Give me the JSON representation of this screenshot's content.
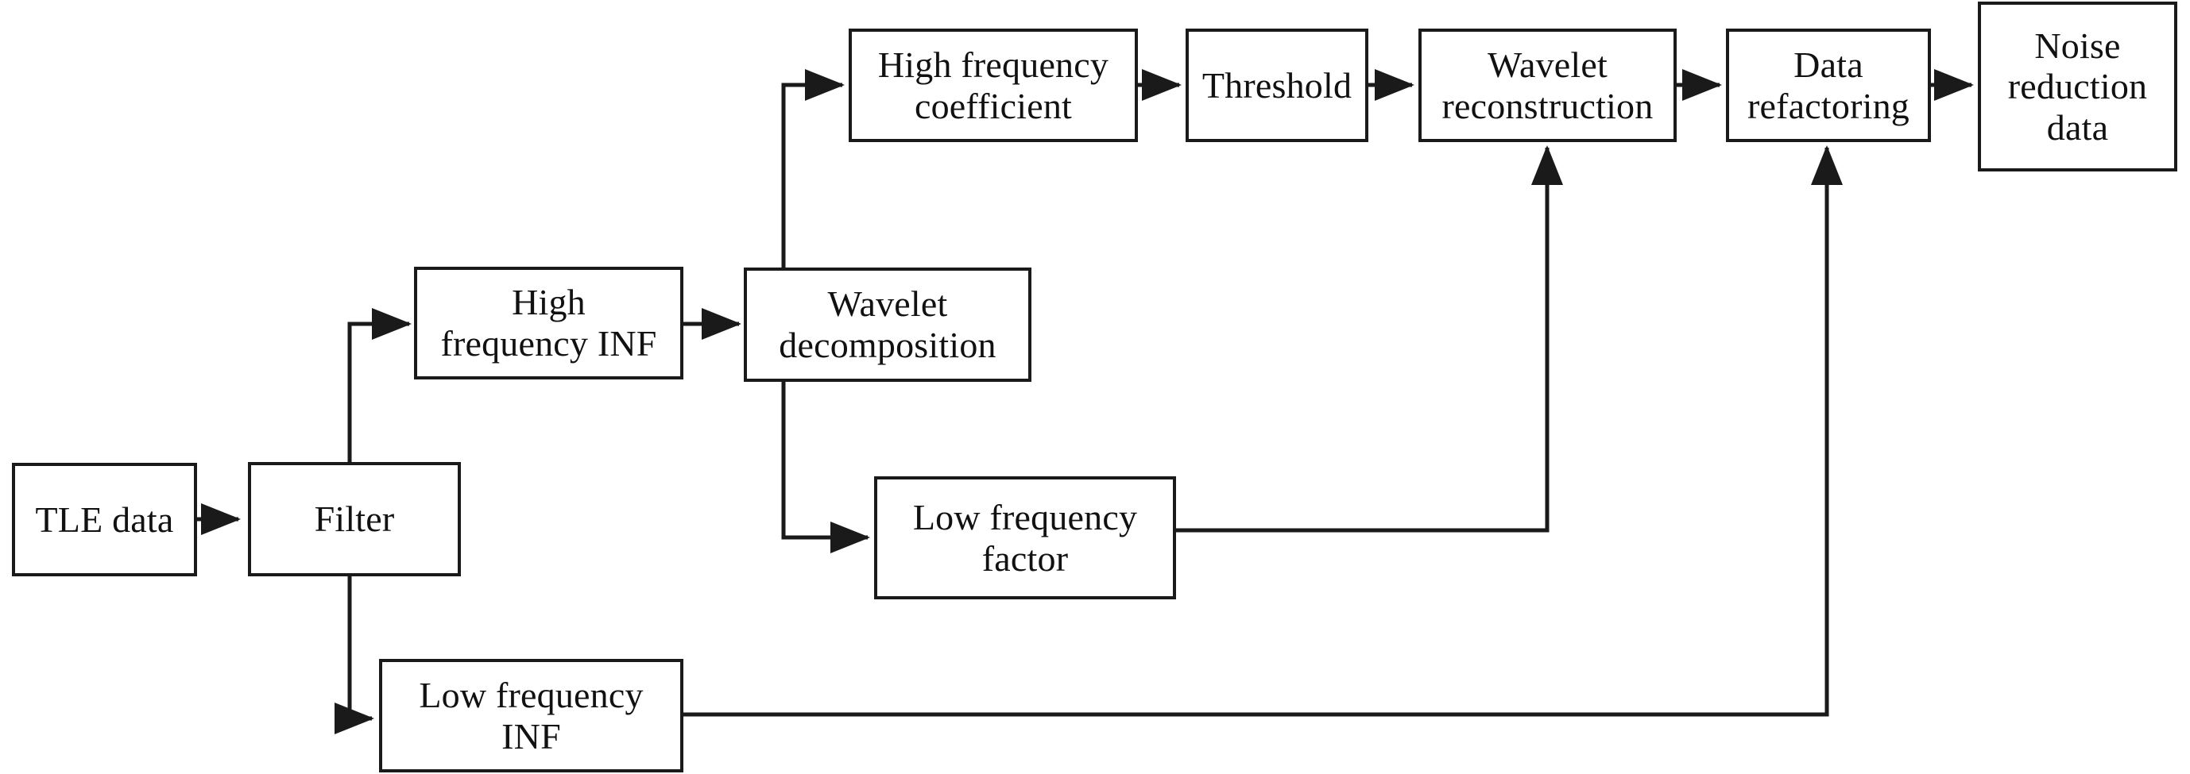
{
  "diagram": {
    "title": "TLE data wavelet noise reduction flowchart",
    "type": "flowchart",
    "orientation": "left-to-right",
    "stroke_color": "#1a1a1a",
    "fill_color": "#ffffff",
    "nodes": [
      {
        "id": "tle-data",
        "label": "TLE data"
      },
      {
        "id": "filter",
        "label": "Filter"
      },
      {
        "id": "high-frequency-inf",
        "label": "High\nfrequency INF"
      },
      {
        "id": "wavelet-decomposition",
        "label": "Wavelet\ndecomposition"
      },
      {
        "id": "high-frequency-coefficient",
        "label": "High frequency\ncoefficient"
      },
      {
        "id": "threshold",
        "label": "Threshold"
      },
      {
        "id": "wavelet-reconstruction",
        "label": "Wavelet\nreconstruction"
      },
      {
        "id": "data-refactoring",
        "label": "Data\nrefactoring"
      },
      {
        "id": "noise-reduction-data",
        "label": "Noise\nreduction\ndata"
      },
      {
        "id": "low-frequency-factor",
        "label": "Low frequency\nfactor"
      },
      {
        "id": "low-frequency-inf",
        "label": "Low frequency\nINF"
      }
    ],
    "edges": [
      {
        "from": "tle-data",
        "to": "filter"
      },
      {
        "from": "filter",
        "to": "high-frequency-inf"
      },
      {
        "from": "filter",
        "to": "low-frequency-inf"
      },
      {
        "from": "high-frequency-inf",
        "to": "wavelet-decomposition"
      },
      {
        "from": "wavelet-decomposition",
        "to": "high-frequency-coefficient"
      },
      {
        "from": "wavelet-decomposition",
        "to": "low-frequency-factor"
      },
      {
        "from": "high-frequency-coefficient",
        "to": "threshold"
      },
      {
        "from": "threshold",
        "to": "wavelet-reconstruction"
      },
      {
        "from": "low-frequency-factor",
        "to": "wavelet-reconstruction"
      },
      {
        "from": "wavelet-reconstruction",
        "to": "data-refactoring"
      },
      {
        "from": "low-frequency-inf",
        "to": "data-refactoring"
      },
      {
        "from": "data-refactoring",
        "to": "noise-reduction-data"
      }
    ]
  }
}
